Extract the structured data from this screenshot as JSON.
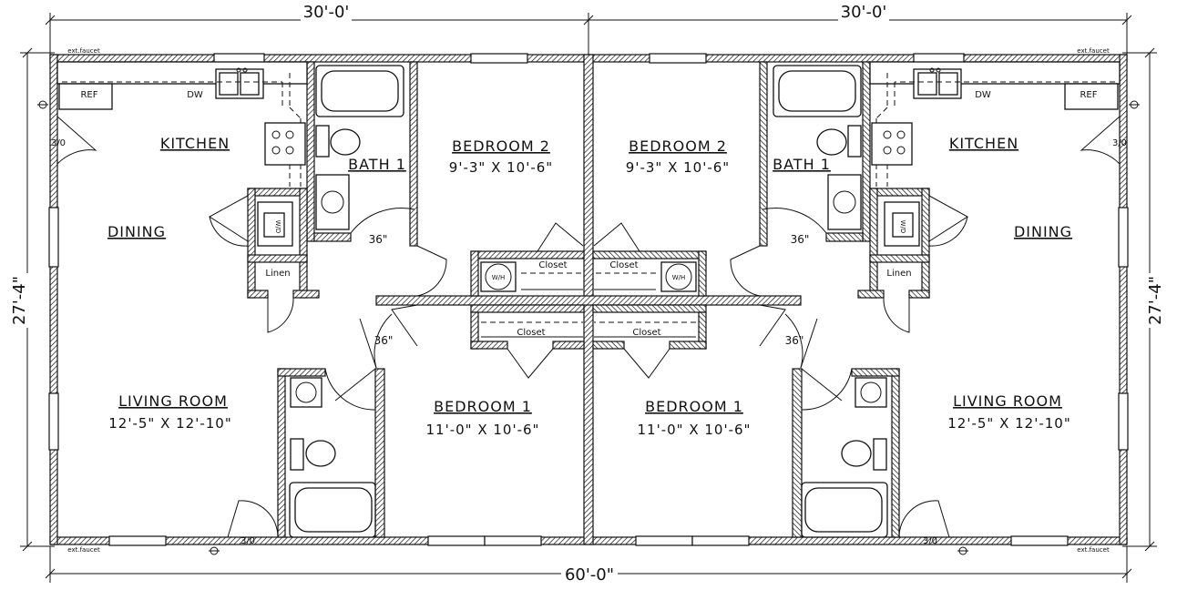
{
  "dimensions": {
    "top_left": "30'-0'",
    "top_right": "30'-0'",
    "bottom": "60'-0\"",
    "left": "27'-4\"",
    "right": "27'-4\""
  },
  "left_unit": {
    "kitchen": "KITCHEN",
    "dining": "DINING",
    "living_room": "LIVING ROOM",
    "living_room_size": "12'-5\" X 12'-10\"",
    "bath": "BATH 1",
    "bedroom2": "BEDROOM 2",
    "bedroom2_size": "9'-3\" X 10'-6\"",
    "bedroom1": "BEDROOM 1",
    "bedroom1_size": "11'-0\" X 10'-6\"",
    "linen": "Linen",
    "closet_upper": "Closet",
    "closet_lower": "Closet",
    "door_36_a": "36\"",
    "door_36_b": "36\"",
    "door_30_side": "3/0",
    "door_30_front": "3/0",
    "ref": "REF",
    "dw": "DW",
    "wh": "W/H",
    "ext_faucet_top": "ext.faucet",
    "ext_faucet_bottom": "ext.faucet"
  },
  "right_unit": {
    "kitchen": "KITCHEN",
    "dining": "DINING",
    "living_room": "LIVING ROOM",
    "living_room_size": "12'-5\" X 12'-10\"",
    "bath": "BATH 1",
    "bedroom2": "BEDROOM 2",
    "bedroom2_size": "9'-3\" X 10'-6\"",
    "bedroom1": "BEDROOM 1",
    "bedroom1_size": "11'-0\" X 10'-6\"",
    "linen": "Linen",
    "closet_upper": "Closet",
    "closet_lower": "Closet",
    "door_36_a": "36\"",
    "door_36_b": "36\"",
    "door_30_side": "3/0",
    "door_30_front": "3/0",
    "ref": "REF",
    "dw": "DW",
    "wh": "W/H",
    "ext_faucet_top": "ext.faucet",
    "ext_faucet_bottom": "ext.faucet"
  }
}
